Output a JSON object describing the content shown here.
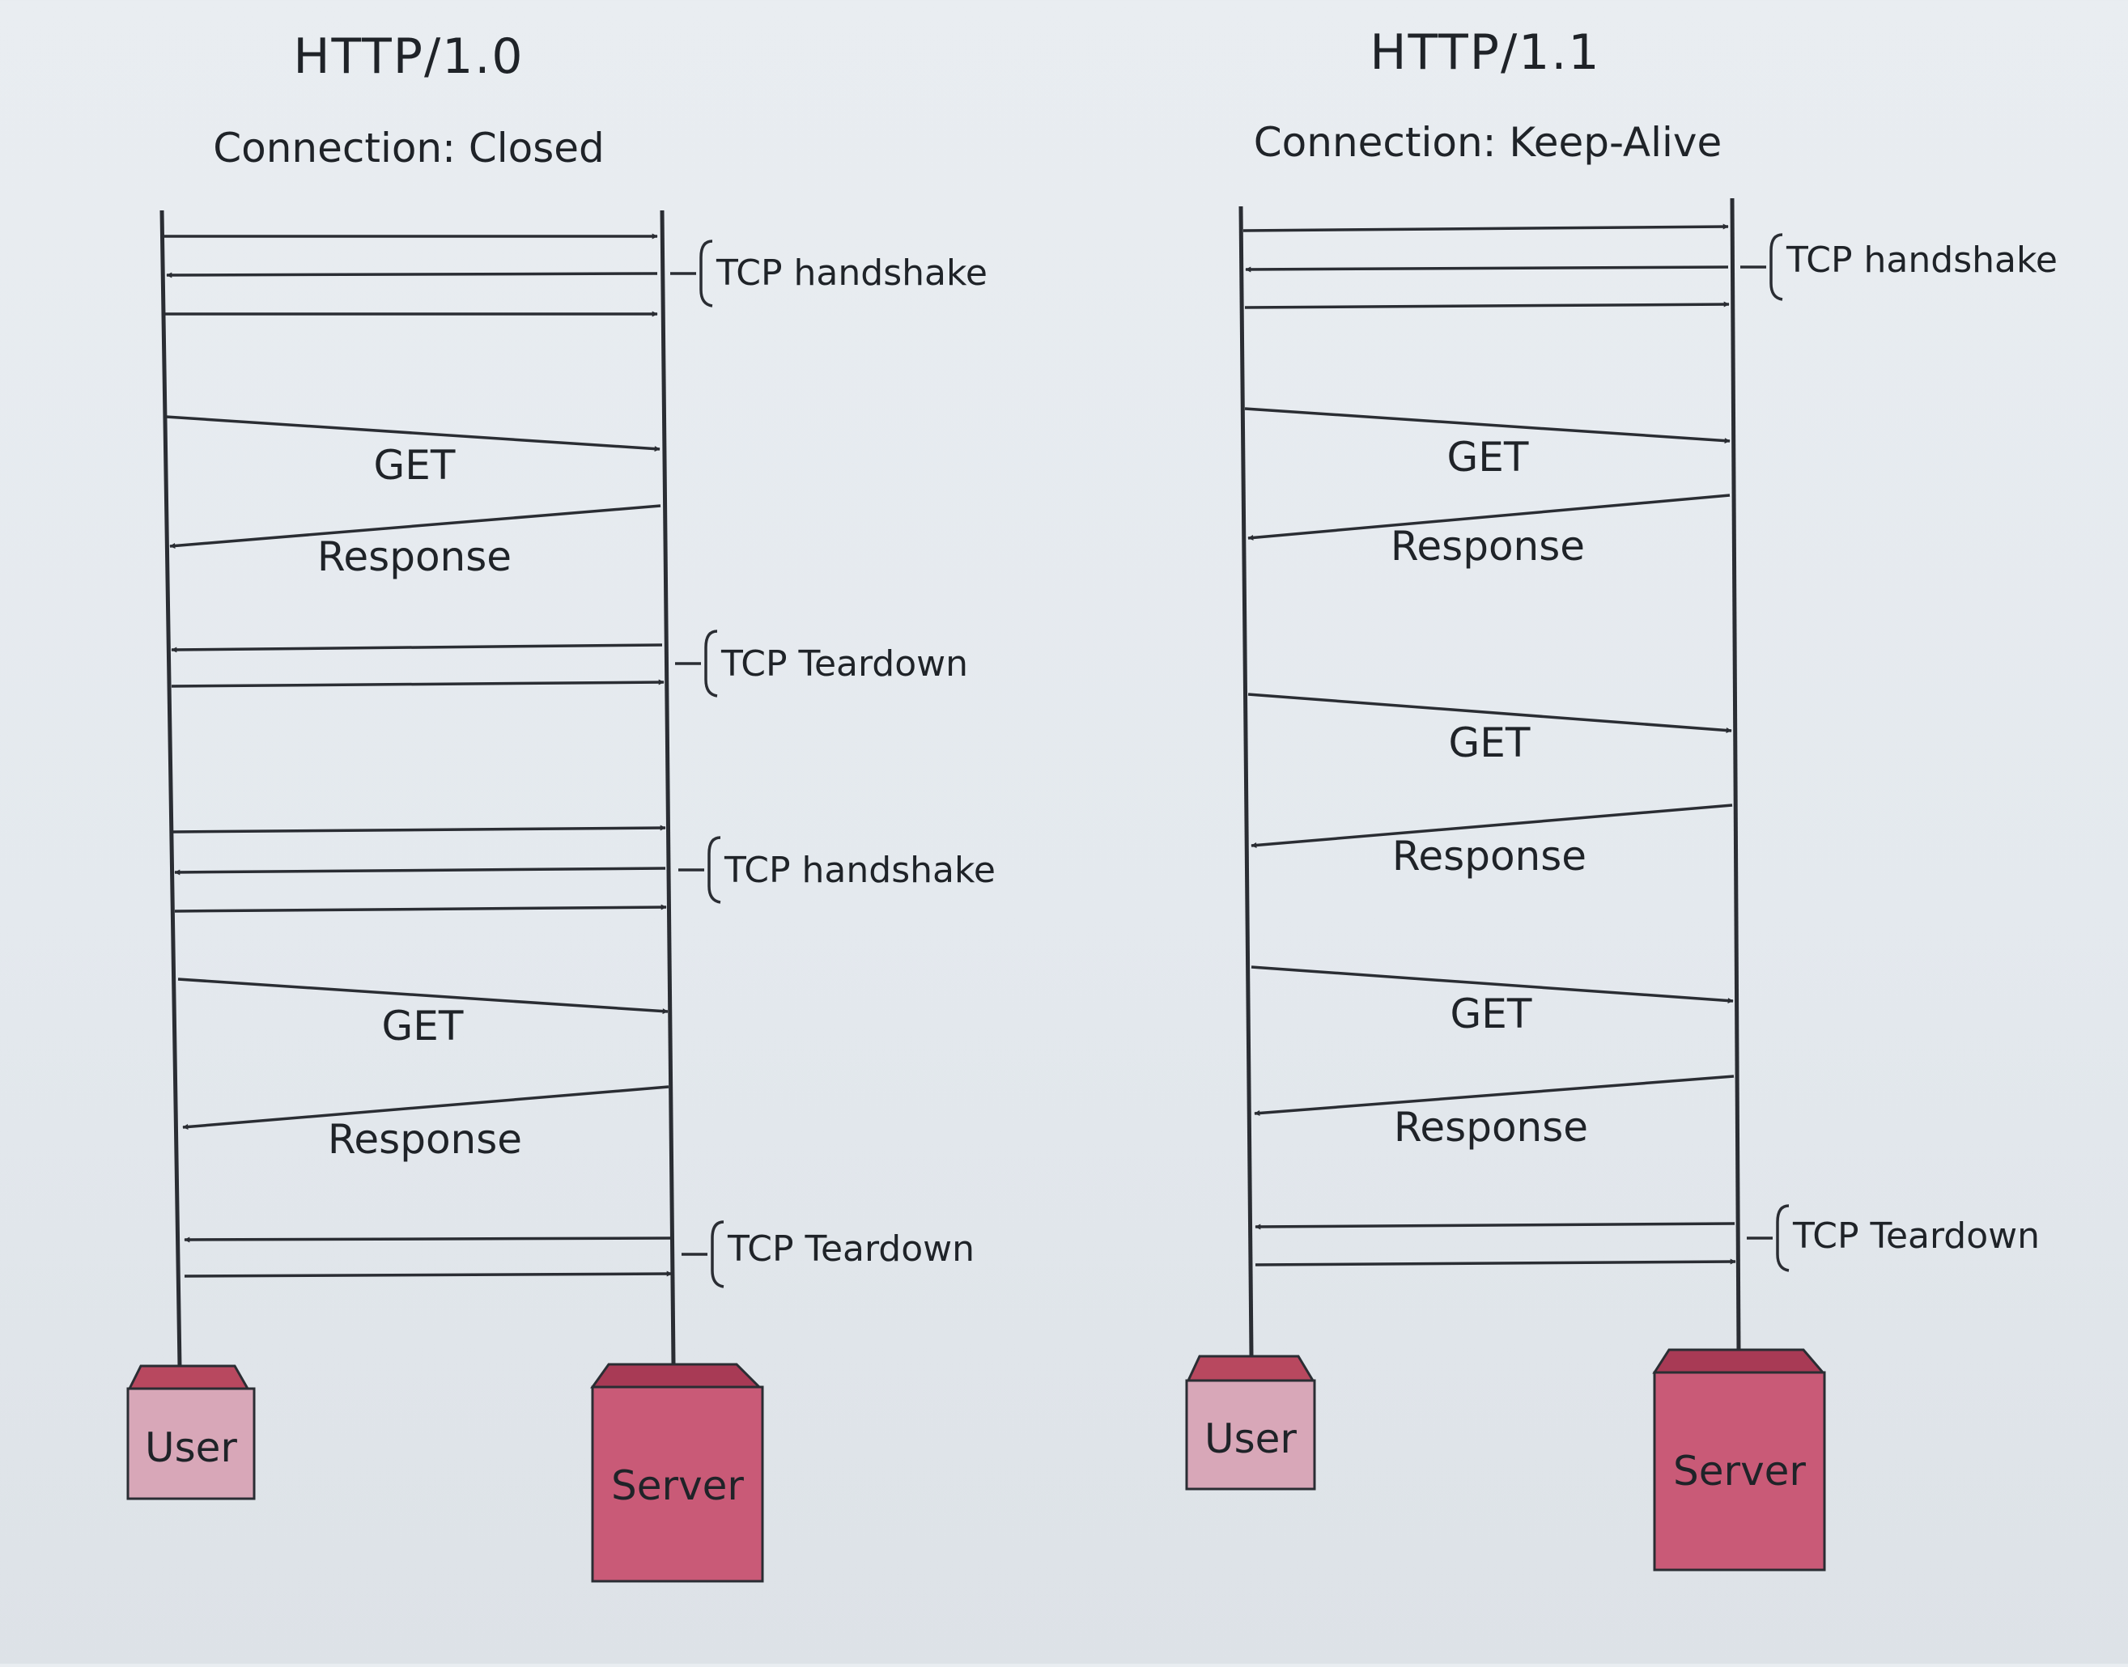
{
  "colors": {
    "ink": "#2a2d33",
    "user_box_face": "#d8a7b8",
    "user_box_top": "#b8485f",
    "server_box_face": "#c95a77",
    "server_box_top": "#a83a55"
  },
  "panels": [
    {
      "id": "http10",
      "title": "HTTP/1.0",
      "subtitle": "Connection: Closed",
      "participants": {
        "user": "User",
        "server": "Server"
      },
      "phases": [
        {
          "kind": "handshake",
          "label": "TCP handshake"
        },
        {
          "kind": "request",
          "label": "GET"
        },
        {
          "kind": "response",
          "label": "Response"
        },
        {
          "kind": "teardown",
          "label": "TCP Teardown"
        },
        {
          "kind": "handshake",
          "label": "TCP handshake"
        },
        {
          "kind": "request",
          "label": "GET"
        },
        {
          "kind": "response",
          "label": "Response"
        },
        {
          "kind": "teardown",
          "label": "TCP Teardown"
        }
      ]
    },
    {
      "id": "http11",
      "title": "HTTP/1.1",
      "subtitle": "Connection: Keep-Alive",
      "participants": {
        "user": "User",
        "server": "Server"
      },
      "phases": [
        {
          "kind": "handshake",
          "label": "TCP handshake"
        },
        {
          "kind": "request",
          "label": "GET"
        },
        {
          "kind": "response",
          "label": "Response"
        },
        {
          "kind": "request",
          "label": "GET"
        },
        {
          "kind": "response",
          "label": "Response"
        },
        {
          "kind": "request",
          "label": "GET"
        },
        {
          "kind": "response",
          "label": "Response"
        },
        {
          "kind": "teardown",
          "label": "TCP Teardown"
        }
      ]
    }
  ]
}
